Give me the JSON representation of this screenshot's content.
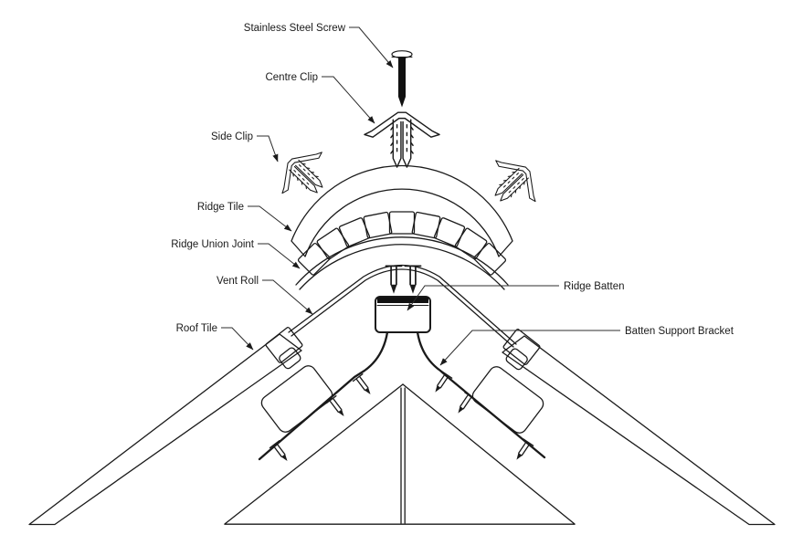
{
  "labels": [
    {
      "id": "stainless-steel-screw",
      "text": "Stainless Steel Screw"
    },
    {
      "id": "centre-clip",
      "text": "Centre Clip"
    },
    {
      "id": "side-clip",
      "text": "Side Clip"
    },
    {
      "id": "ridge-tile",
      "text": "Ridge Tile"
    },
    {
      "id": "ridge-union-joint",
      "text": "Ridge Union Joint"
    },
    {
      "id": "vent-roll",
      "text": "Vent Roll"
    },
    {
      "id": "roof-tile",
      "text": "Roof Tile"
    },
    {
      "id": "ridge-batten",
      "text": "Ridge Batten"
    },
    {
      "id": "batten-support-bracket",
      "text": "Batten Support Bracket"
    }
  ],
  "colors": {
    "line": "#1a1a1a",
    "leader": "#2e2e2e",
    "background": "#ffffff",
    "screw_fill": "#111111"
  }
}
